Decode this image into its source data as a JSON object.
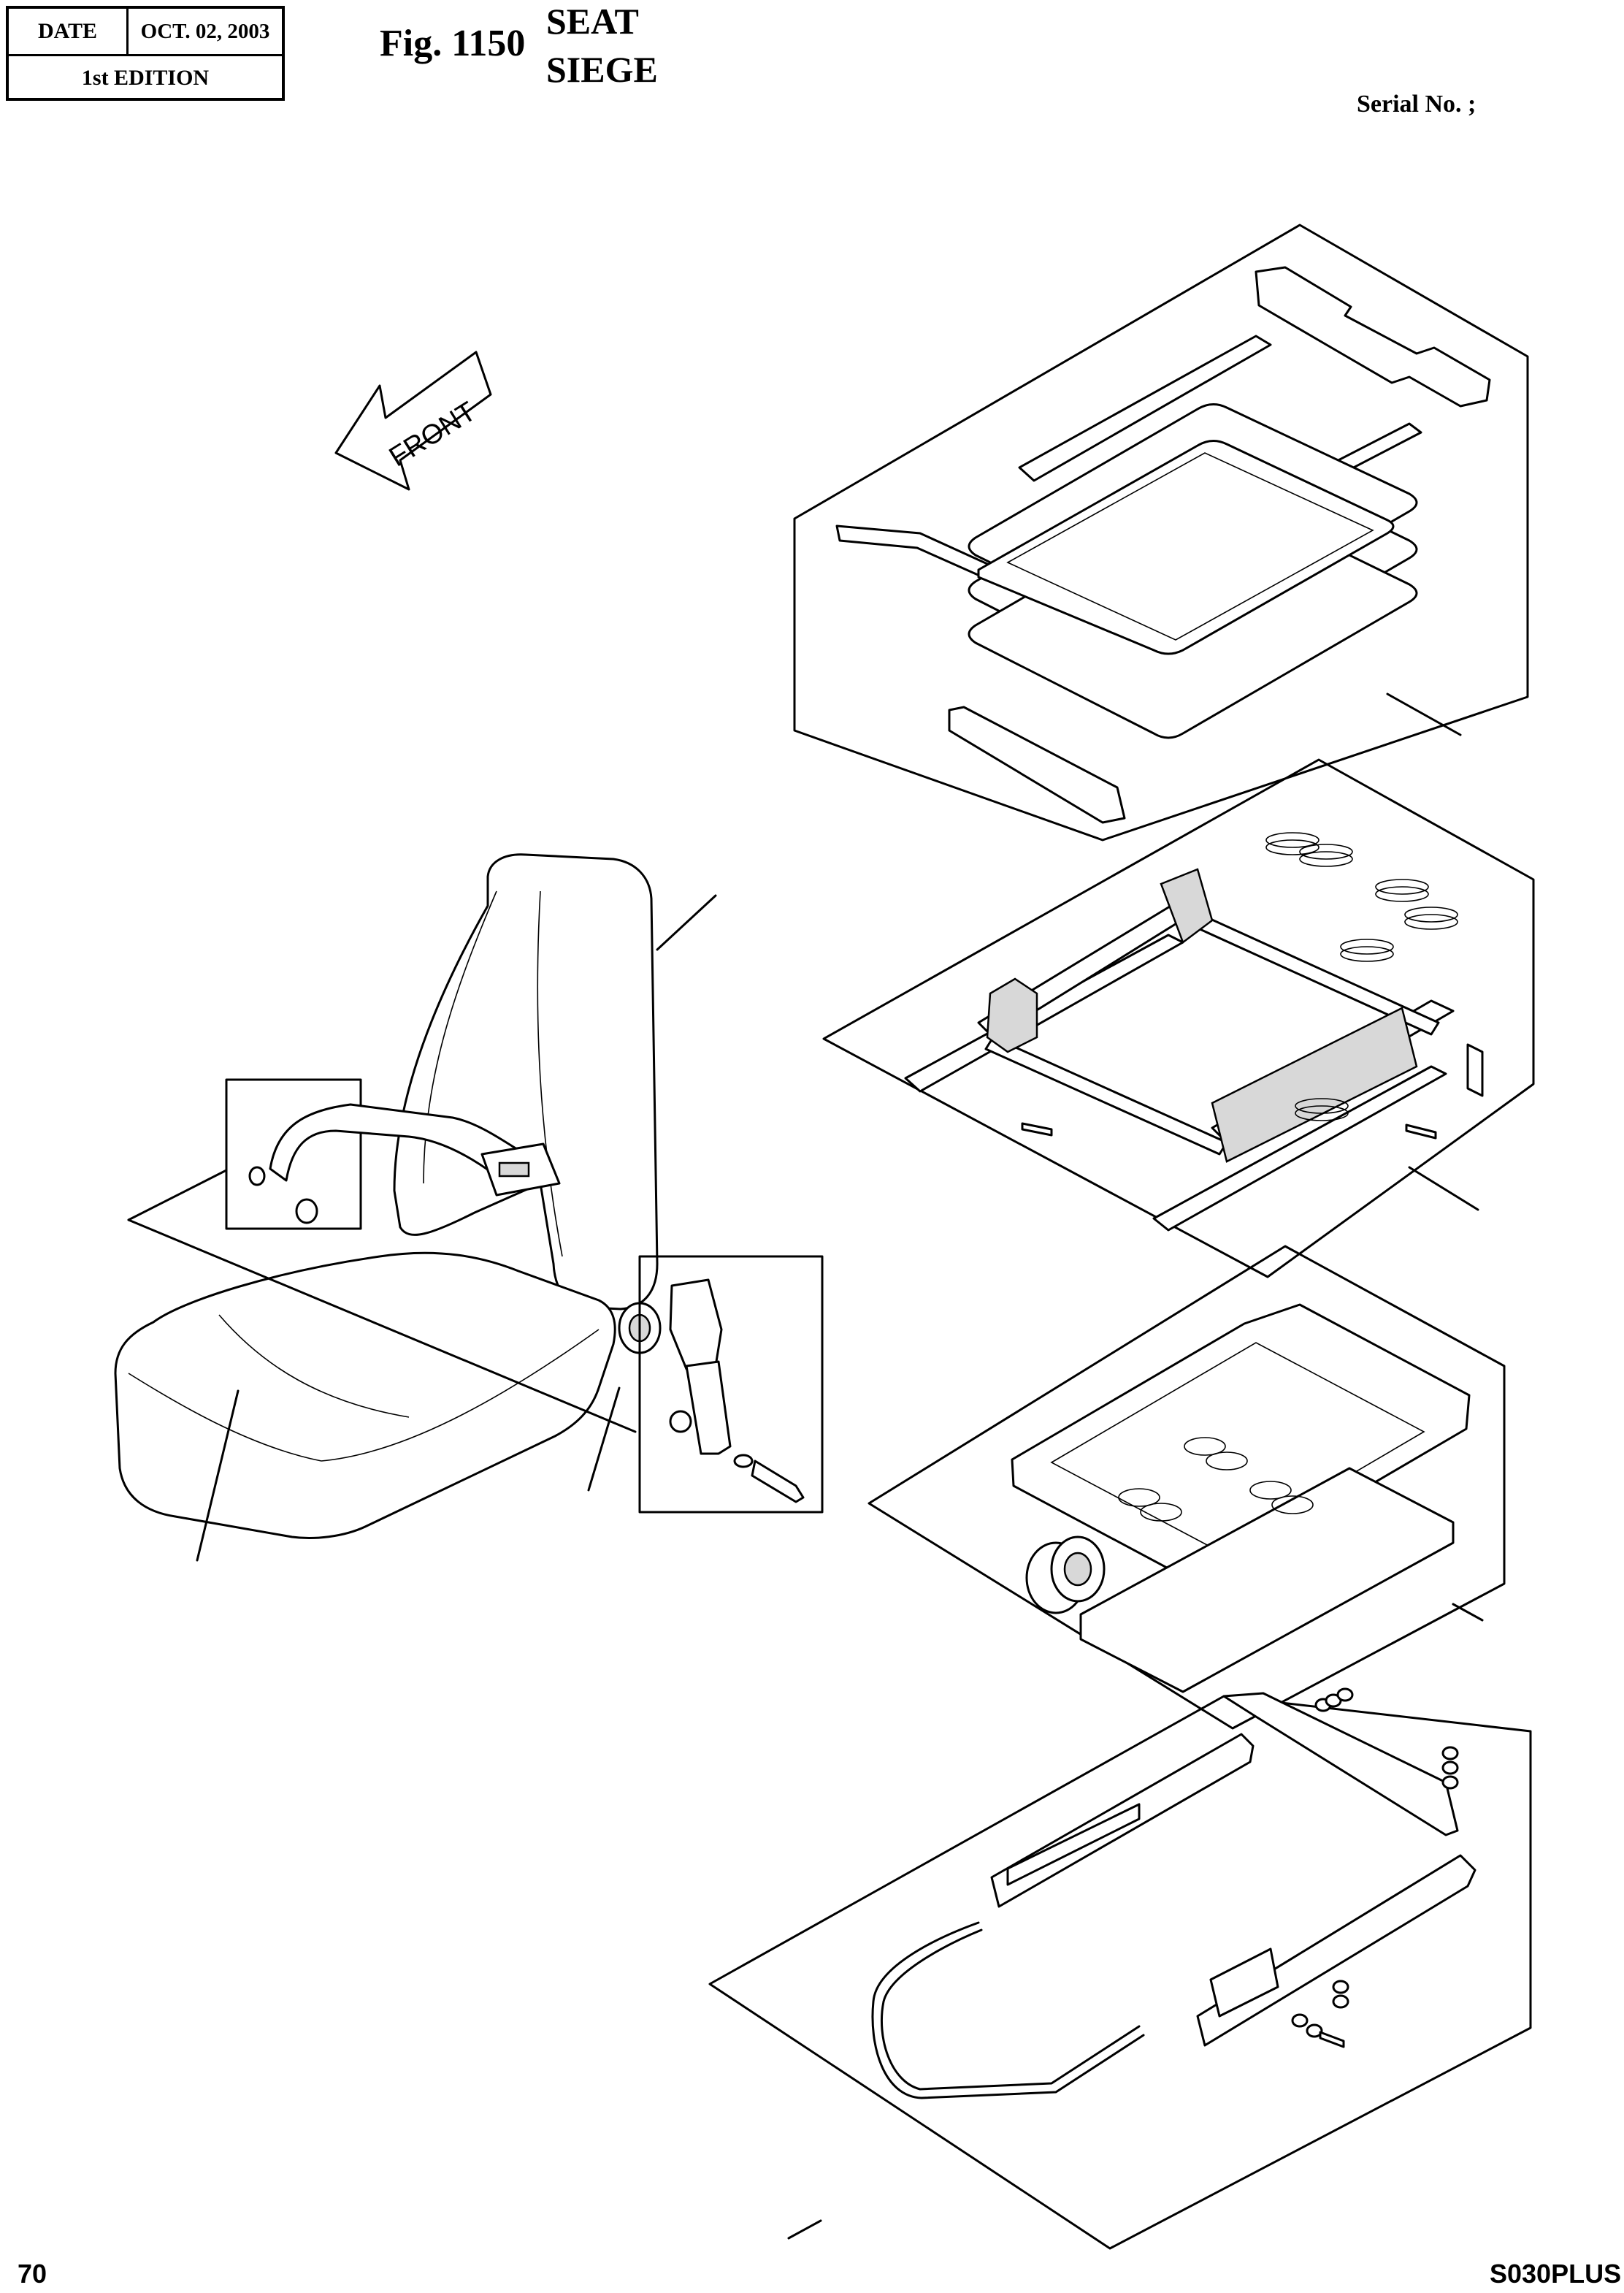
{
  "header": {
    "date_label": "DATE",
    "date_value": "OCT.  02, 2003",
    "edition": "1st EDITION"
  },
  "figure": {
    "number": "Fig. 1150",
    "title_en": "SEAT",
    "title_fr": "SIEGE"
  },
  "serial_label": "Serial No. ;",
  "drawing": {
    "front_arrow_label": "FRONT"
  },
  "footer": {
    "page_number": "70",
    "model": "S030PLUS"
  }
}
